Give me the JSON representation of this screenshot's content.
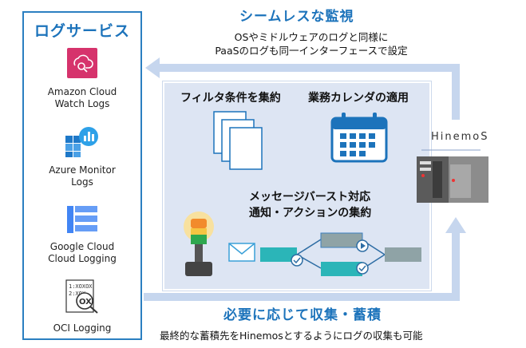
{
  "log_service": {
    "title": "ログサービス",
    "services": [
      {
        "icon": "amazon-cloudwatch-logs-icon",
        "label_line1": "Amazon Cloud",
        "label_line2": "Watch Logs"
      },
      {
        "icon": "azure-monitor-logs-icon",
        "label_line1": "Azure Monitor",
        "label_line2": "Logs"
      },
      {
        "icon": "google-cloud-logging-icon",
        "label_line1": "Google Cloud",
        "label_line2": "Cloud Logging"
      },
      {
        "icon": "oci-logging-icon",
        "label_line1": "OCI Logging",
        "label_line2": ""
      }
    ],
    "oci_icon_text_line1": "1:XOXOX",
    "oci_icon_text_line2": "2:XOX",
    "oci_icon_badge": "OX"
  },
  "top_caption": {
    "title": "シームレスな監視",
    "line1": "OSやミドルウェアのログと同様に",
    "line2": "PaaSのログも同一インターフェースで設定"
  },
  "bottom_caption": {
    "title": "必要に応じて収集・蓄積",
    "text": "最終的な蓄積先をHinemosとするようにログの収集も可能"
  },
  "features": {
    "filter_title": "フィルタ条件を集約",
    "calendar_title": "業務カレンダの適用",
    "burst_line1": "メッセージバースト対応",
    "burst_line2": "通知・アクションの集約"
  },
  "hinemos": {
    "brand": "HinemoS"
  },
  "colors": {
    "accent_blue": "#1c73bb",
    "panel_border": "#2b7fc1",
    "arrow": "#c6d6ee",
    "feature_bg": "#dde5f3",
    "teal": "#2bb5b8",
    "gray_box": "#8fa3a6",
    "aws_pink": "#d6336c"
  }
}
